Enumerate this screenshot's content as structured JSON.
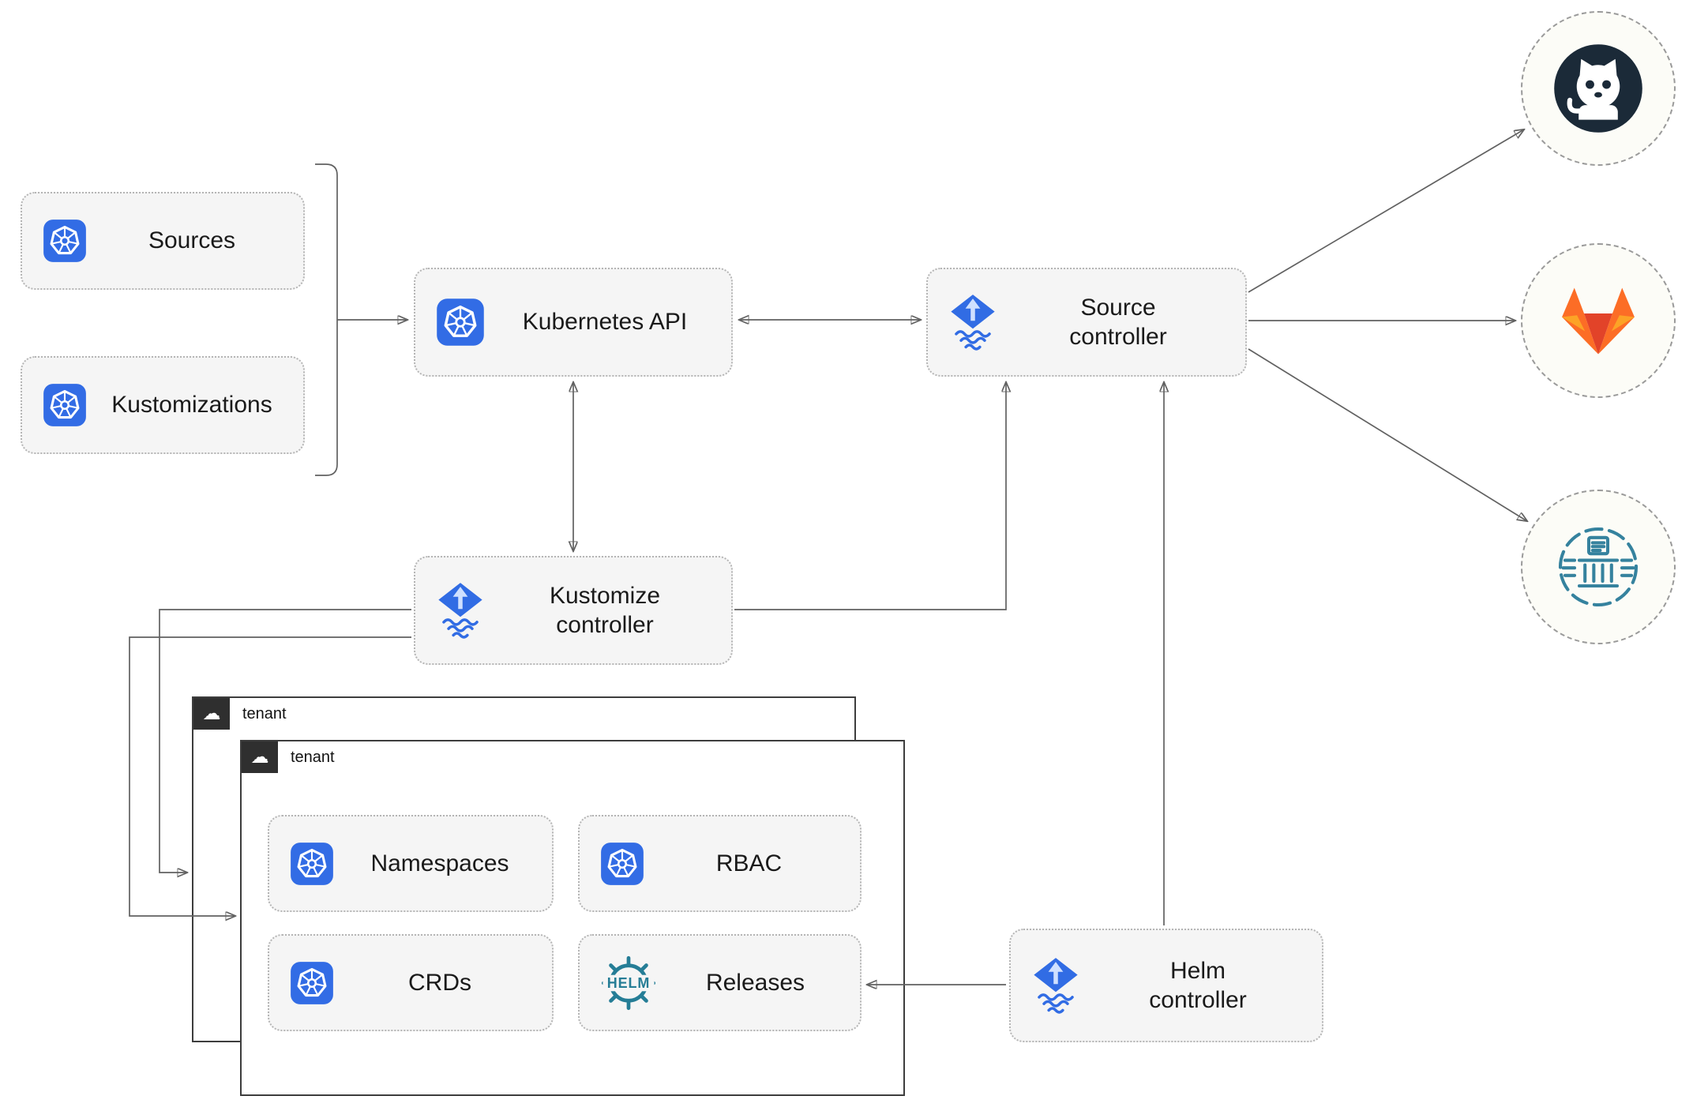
{
  "nodes": {
    "sources": {
      "label": "Sources"
    },
    "kustomizations": {
      "label": "Kustomizations"
    },
    "kubernetes_api": {
      "label": "Kubernetes API"
    },
    "source_controller": {
      "label": "Source controller"
    },
    "kustomize_controller": {
      "label": "Kustomize controller"
    },
    "helm_controller": {
      "label": "Helm controller"
    },
    "namespaces": {
      "label": "Namespaces"
    },
    "rbac": {
      "label": "RBAC"
    },
    "crds": {
      "label": "CRDs"
    },
    "releases": {
      "label": "Releases"
    }
  },
  "tenants": {
    "back": {
      "label": "tenant"
    },
    "front": {
      "label": "tenant"
    }
  },
  "icons": {
    "kubernetes": "kubernetes-logo",
    "flux": "flux-logo",
    "helm_wheel_text": "HELM",
    "cloud_glyph": "☁",
    "github": "github-logo",
    "gitlab": "gitlab-logo",
    "helm_repository": "chartmuseum-temple-logo"
  },
  "colors": {
    "kubernetes_blue": "#326ce5",
    "flux_blue": "#316ce4",
    "flux_arrow_light": "#cfe0ff",
    "helm_teal": "#257d96",
    "github_dark": "#1b2a38",
    "gitlab_red": "#e24329",
    "gitlab_orange": "#fc6d26",
    "gitlab_yellow": "#fca326",
    "connector_gray": "#616161",
    "node_fill": "#f5f5f5",
    "node_border": "#b5b5b5"
  }
}
